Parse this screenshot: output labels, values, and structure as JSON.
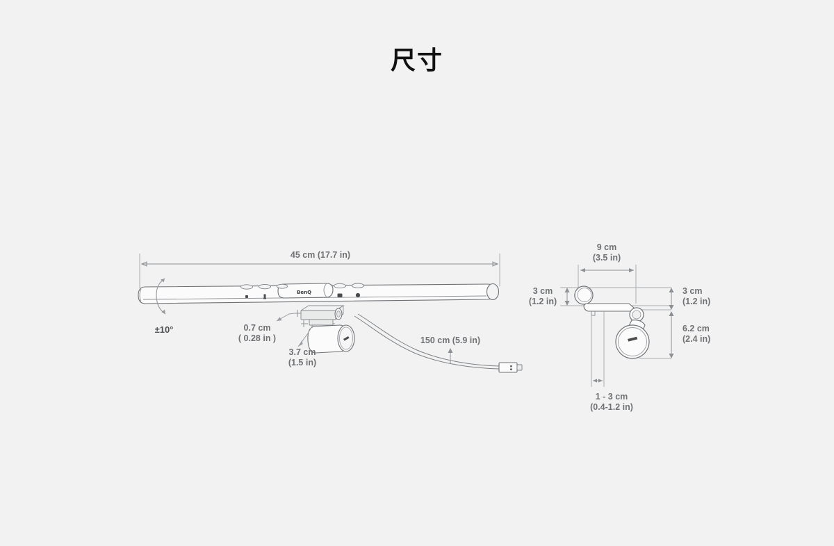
{
  "page": {
    "title": "尺寸",
    "background_color": "#f2f2f2",
    "text_color": "#6f7174",
    "line_color": "#8d9094"
  },
  "brand": {
    "name": "BenQ",
    "logo_label": "BenQ"
  },
  "views": {
    "front": {
      "name": "front-view",
      "dimensions": {
        "length": "45 cm (17.7 in)",
        "rotation": "±10°",
        "clamp_thickness_cm": "0.7 cm",
        "clamp_thickness_in": "( 0.28 in )",
        "clamp_depth_cm": "3.7 cm",
        "clamp_depth_in": "(1.5 in)",
        "cable_length": "150 cm (5.9 in)"
      }
    },
    "side": {
      "name": "side-view",
      "dimensions": {
        "depth_cm": "9 cm",
        "depth_in": "(3.5 in)",
        "bar_height_left_cm": "3 cm",
        "bar_height_left_in": "(1.2 in)",
        "bar_height_right_cm": "3 cm",
        "bar_height_right_in": "(1.2 in)",
        "drop_height_cm": "6.2 cm",
        "drop_height_in": "(2.4 in)",
        "panel_range_cm": "1 - 3 cm",
        "panel_range_in": "(0.4-1.2 in)"
      }
    }
  },
  "icons": {
    "button_power": "power-icon",
    "button_brightness": "brightness-icon",
    "button_color": "color-temp-icon",
    "button_auto": "auto-dim-icon",
    "connector": "usb-connector-icon",
    "rotation": "rotation-arrow-icon"
  }
}
